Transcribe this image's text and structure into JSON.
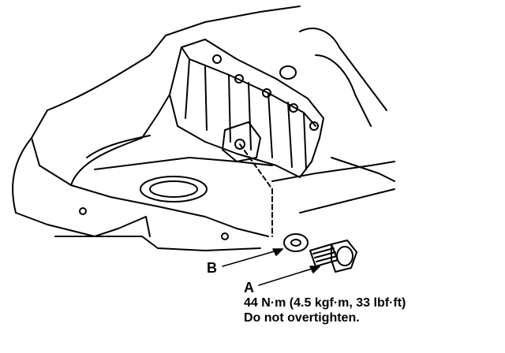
{
  "callouts": {
    "b": "B",
    "a": "A",
    "torque": "44 N·m (4.5 kgf·m, 33 lbf·ft)",
    "warning": "Do not overtighten."
  },
  "colors": {
    "line": "#000000",
    "background": "#ffffff"
  }
}
